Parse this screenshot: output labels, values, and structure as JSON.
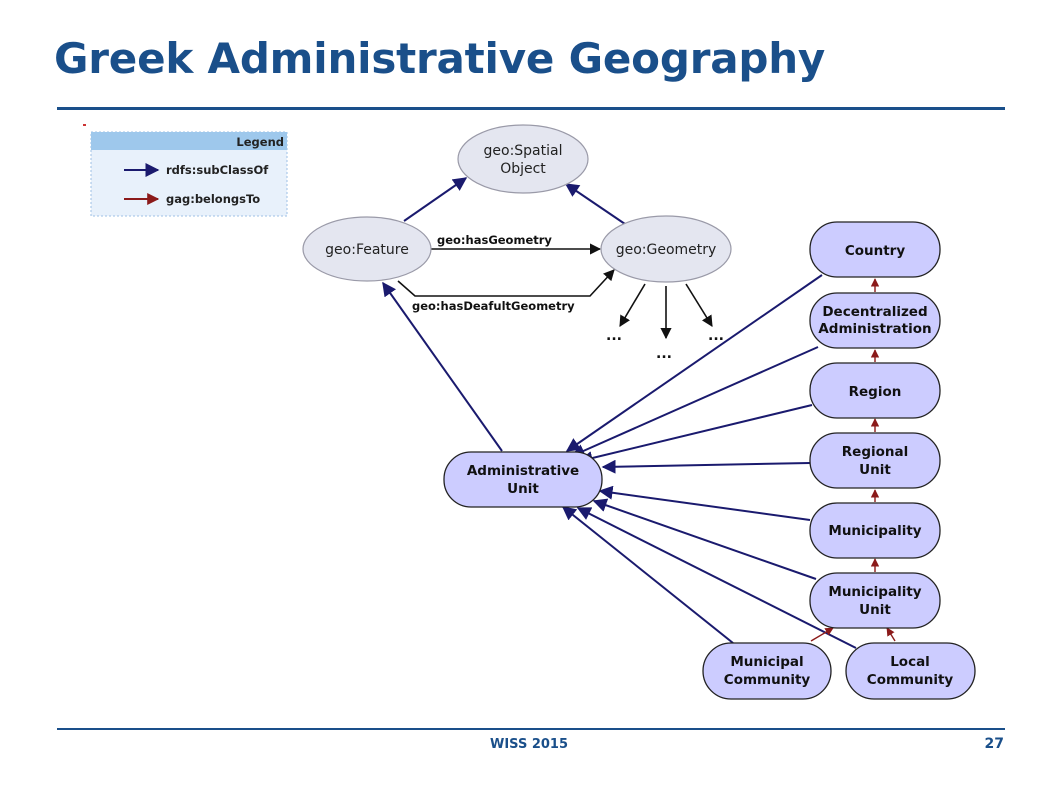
{
  "slide": {
    "title": "Greek Administrative Geography",
    "footer_left": "WISS 2015",
    "page_number": "27"
  },
  "legend": {
    "title": "Legend",
    "items": [
      {
        "label": "rdfs:subClassOf",
        "color": "#1a1a6e"
      },
      {
        "label": "gag:belongsTo",
        "color": "#8b1a1a"
      }
    ]
  },
  "colors": {
    "title": "#1a4f8a",
    "geo_node_fill": "#e4e6f0",
    "gag_node_fill": "#ccccff",
    "subclass_edge": "#1a1a6e",
    "belongs_edge": "#8b1a1a"
  },
  "diagram": {
    "geo_nodes": {
      "spatial_object": [
        "geo:Spatial",
        "Object"
      ],
      "feature": "geo:Feature",
      "geometry": "geo:Geometry"
    },
    "edge_labels": {
      "has_geometry": "geo:hasGeometry",
      "has_default_geometry": "geo:hasDeafultGeometry"
    },
    "ellipsis": "...",
    "gag_nodes": {
      "country": "Country",
      "decentralized": [
        "Decentralized",
        "Administration"
      ],
      "region": "Region",
      "regional_unit": [
        "Regional",
        "Unit"
      ],
      "municipality": "Municipality",
      "municipality_unit": [
        "Municipality",
        "Unit"
      ],
      "municipal_community": [
        "Municipal",
        "Community"
      ],
      "local_community": [
        "Local",
        "Community"
      ],
      "administrative_unit": [
        "Administrative",
        "Unit"
      ]
    }
  }
}
